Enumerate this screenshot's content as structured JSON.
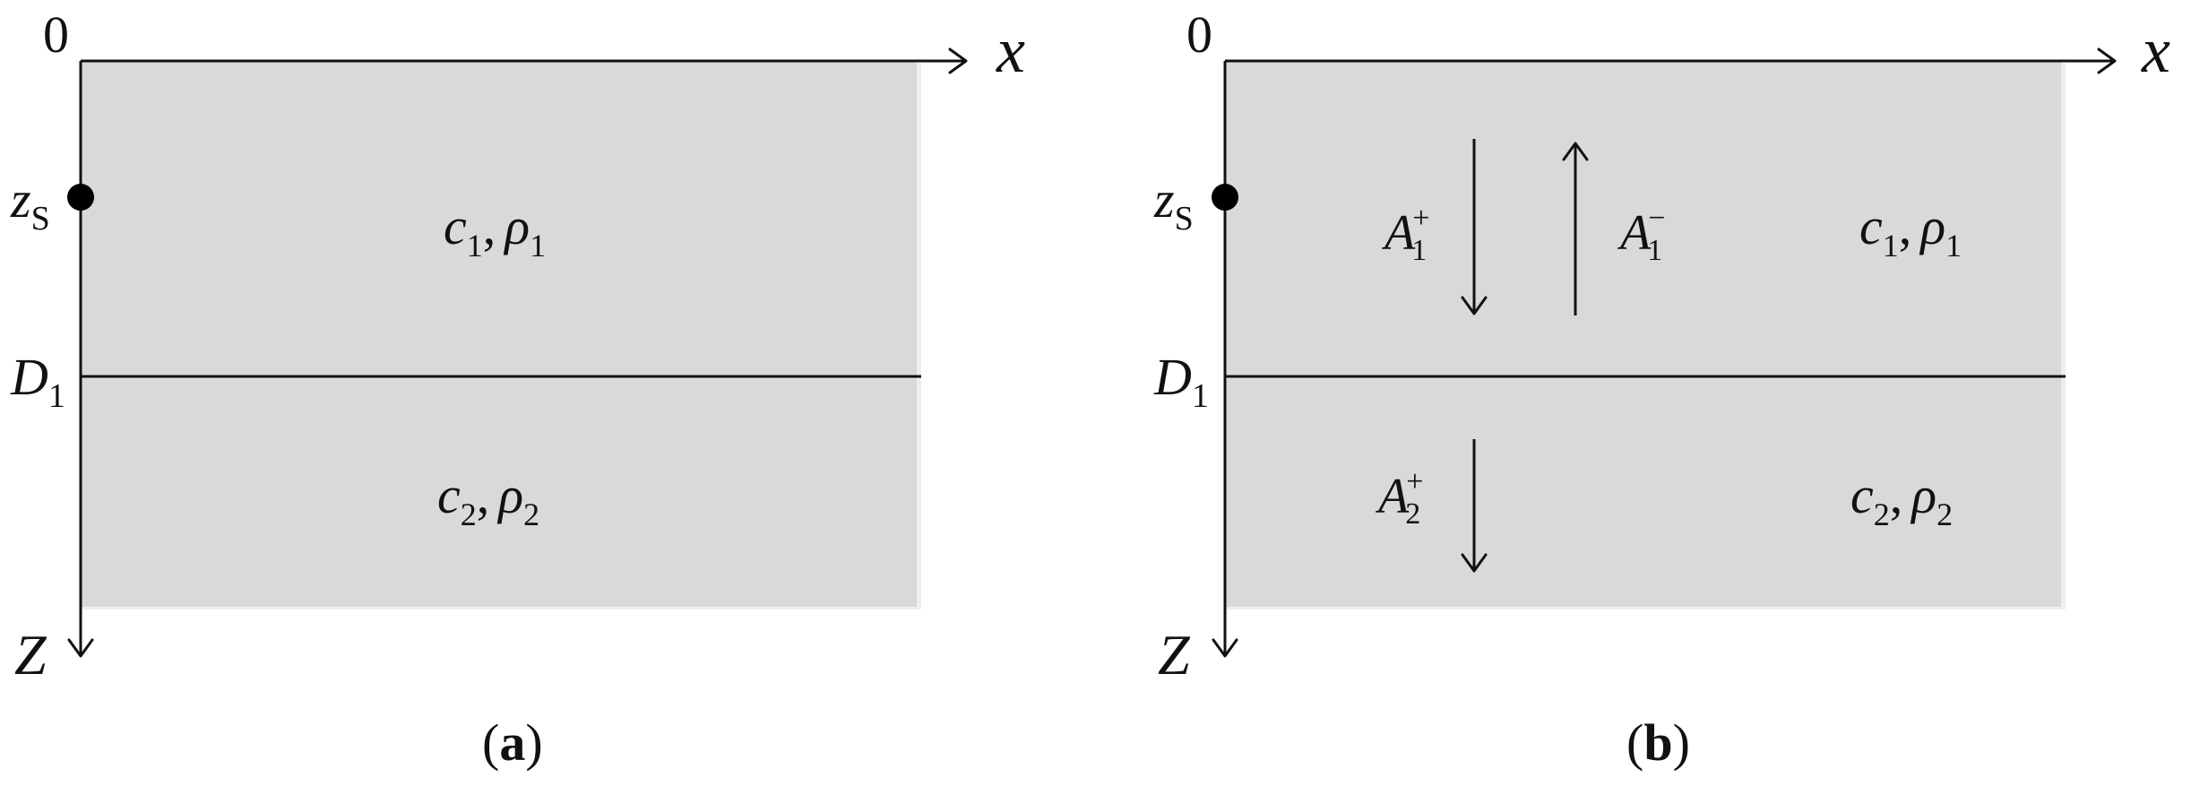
{
  "panels": [
    {
      "caption_open": "(",
      "caption_letter": "a",
      "caption_close": ")",
      "origin_label": "0",
      "x_axis_label": "x",
      "z_axis_label": "Z",
      "source_label": "z",
      "source_sub": "S",
      "interface_label": "D",
      "interface_sub": "1",
      "layer1": {
        "c": "c",
        "c_sub": "1",
        "sep": ",",
        "rho": "ρ",
        "rho_sub": "1"
      },
      "layer2": {
        "c": "c",
        "c_sub": "2",
        "sep": ",",
        "rho": "ρ",
        "rho_sub": "2"
      }
    },
    {
      "caption_open": "(",
      "caption_letter": "b",
      "caption_close": ")",
      "origin_label": "0",
      "x_axis_label": "x",
      "z_axis_label": "Z",
      "source_label": "z",
      "source_sub": "S",
      "interface_label": "D",
      "interface_sub": "1",
      "layer1": {
        "c": "c",
        "c_sub": "1",
        "sep": ",",
        "rho": "ρ",
        "rho_sub": "1"
      },
      "layer2": {
        "c": "c",
        "c_sub": "2",
        "sep": ",",
        "rho": "ρ",
        "rho_sub": "2"
      },
      "waves": [
        {
          "base": "A",
          "sub": "1",
          "sup": "+"
        },
        {
          "base": "A",
          "sub": "1",
          "sup": "−"
        },
        {
          "base": "A",
          "sub": "2",
          "sup": "+"
        }
      ]
    }
  ]
}
